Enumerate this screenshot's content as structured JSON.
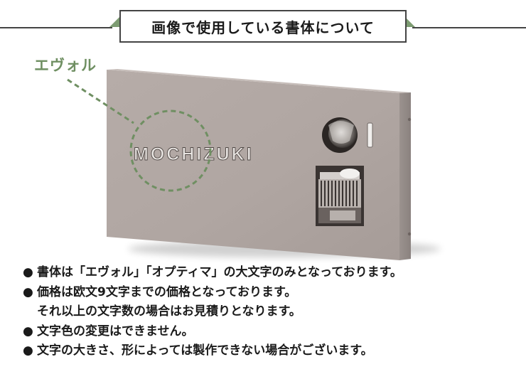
{
  "header": {
    "title": "画像で使用している書体について"
  },
  "font_callout": {
    "label": "エヴォル"
  },
  "product": {
    "nameplate_text": "MOCHIZUKI"
  },
  "notes": {
    "bullet_symbol": "●",
    "items": [
      "書体は「エヴォル」「オプティマ」の大文字のみとなっております。",
      "価格は欧文9文字までの価格となっております。",
      "それ以上の文字数の場合はお見積りとなります。",
      "文字色の変更はできません。",
      "文字の大きさ、形によっては製作できない場合がございます。"
    ]
  },
  "colors": {
    "accent_green": "#6f8f62",
    "panel": "#b1a7a3",
    "line": "#444444"
  }
}
